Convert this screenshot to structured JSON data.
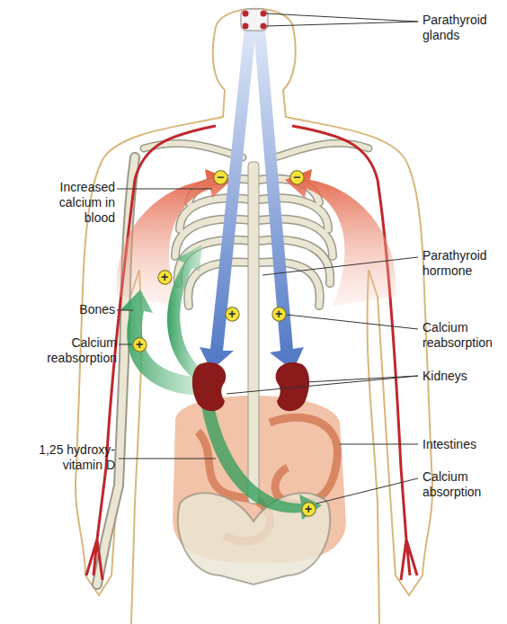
{
  "diagram": {
    "nodes": [
      {
        "text": [
          "−"
        ]
      },
      {
        "text": [
          "−"
        ]
      },
      {
        "text": [
          "+"
        ]
      },
      {
        "text": [
          "+"
        ]
      },
      {
        "text": [
          "+"
        ]
      },
      {
        "text": [
          "+"
        ]
      },
      {
        "text": [
          "+"
        ]
      }
    ],
    "labels": [
      "Parathyroid glands",
      "Increased calcium in blood",
      "Parathyroid hormone",
      "Bones",
      "Calcium reabsorption",
      "Calcium reabsorption",
      "Kidneys",
      "1,25 hydroxy- vitamin D",
      "Intestines",
      "Calcium absorption"
    ]
  }
}
